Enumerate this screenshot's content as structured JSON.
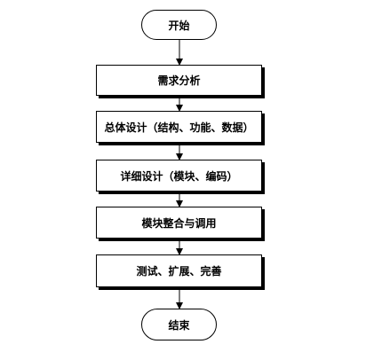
{
  "flowchart": {
    "start": "开始",
    "steps": [
      "需求分析",
      "总体设计（结构、功能、数据）",
      "详细设计（模块、编码）",
      "模块整合与调用",
      "测试、扩展、完善"
    ],
    "end": "结束"
  },
  "colors": {
    "stroke": "#000000",
    "fill": "#ffffff"
  }
}
